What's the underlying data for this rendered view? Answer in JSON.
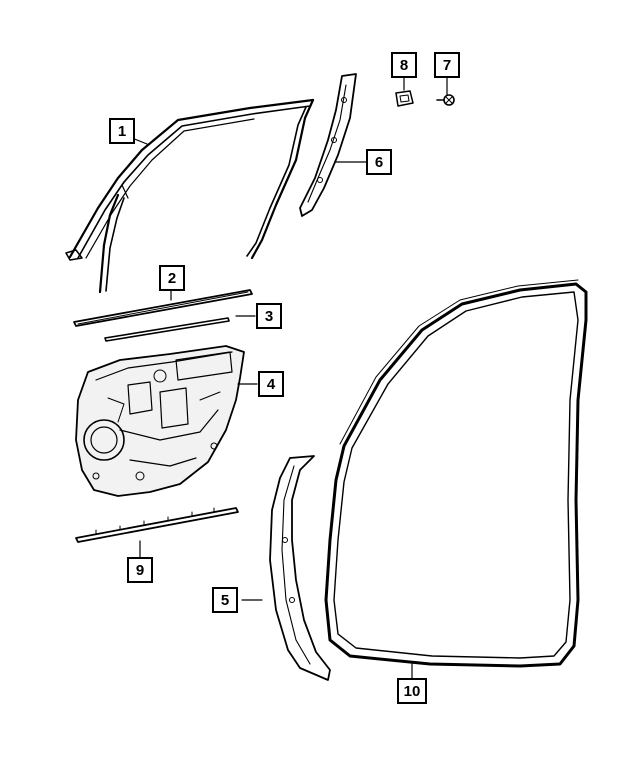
{
  "diagram": {
    "callouts": [
      {
        "id": "1",
        "label": "1"
      },
      {
        "id": "2",
        "label": "2"
      },
      {
        "id": "3",
        "label": "3"
      },
      {
        "id": "4",
        "label": "4"
      },
      {
        "id": "5",
        "label": "5"
      },
      {
        "id": "6",
        "label": "6"
      },
      {
        "id": "7",
        "label": "7"
      },
      {
        "id": "8",
        "label": "8"
      },
      {
        "id": "9",
        "label": "9"
      },
      {
        "id": "10",
        "label": "10"
      }
    ],
    "colors": {
      "line": "#000000",
      "background": "#ffffff",
      "panel_fill": "#f2f2f2"
    }
  }
}
